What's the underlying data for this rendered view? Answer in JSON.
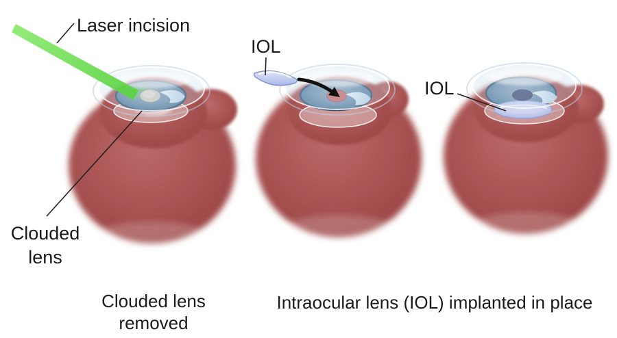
{
  "figure": {
    "background": "#ffffff",
    "text_color": "#1a1a1a"
  },
  "labels": {
    "laser_incision": "Laser incision",
    "clouded_lens": {
      "line1": "Clouded",
      "line2": "lens"
    },
    "iol_inserting": "IOL",
    "iol_implanted": "IOL"
  },
  "captions": {
    "left": {
      "line1": "Clouded lens",
      "line2": "removed"
    },
    "right": "Intraocular lens (IOL) implanted in place"
  },
  "colors": {
    "laser": "#6fdc54",
    "eyeball": "#a85252",
    "iris": "#6f93ae",
    "iris_rim": "#30506f",
    "clouded_lens": "#d5cfc3",
    "empty_pupil": "#c96c6c",
    "pupil": "#454f76",
    "iol": "#c0caf0",
    "cornea": "#cddff0",
    "line": "#1a1a1a"
  }
}
